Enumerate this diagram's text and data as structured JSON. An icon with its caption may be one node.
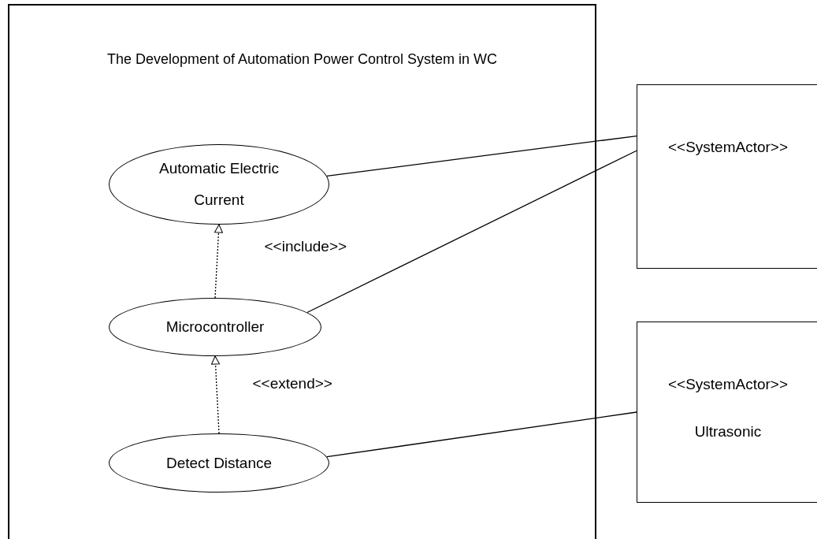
{
  "diagram": {
    "nodes": [
      {
        "text": [
          "The Development of Automation Power Control System in WC"
        ]
      },
      {
        "text": [
          "Automatic Electric Current"
        ],
        "in": 0
      },
      {
        "text": [
          "Microcontroller"
        ],
        "in": 0
      },
      {
        "text": [
          "Detect Distance"
        ],
        "in": 0
      },
      {
        "text": [
          "<<SystemActor>>"
        ]
      },
      {
        "text": [
          "<<SystemActor>>",
          "Ultrasonic"
        ]
      }
    ],
    "edges": [
      {
        "from": 1,
        "to": 4,
        "arrow": "none"
      },
      {
        "from": 2,
        "to": 4,
        "arrow": "none"
      },
      {
        "from": 3,
        "to": 5,
        "arrow": "none"
      },
      {
        "from": 2,
        "to": 1,
        "arrow": "to",
        "style": "dashed",
        "label": "<<include>>"
      },
      {
        "from": 3,
        "to": 2,
        "arrow": "to",
        "style": "dashed",
        "label": "<<extend>>"
      }
    ]
  }
}
